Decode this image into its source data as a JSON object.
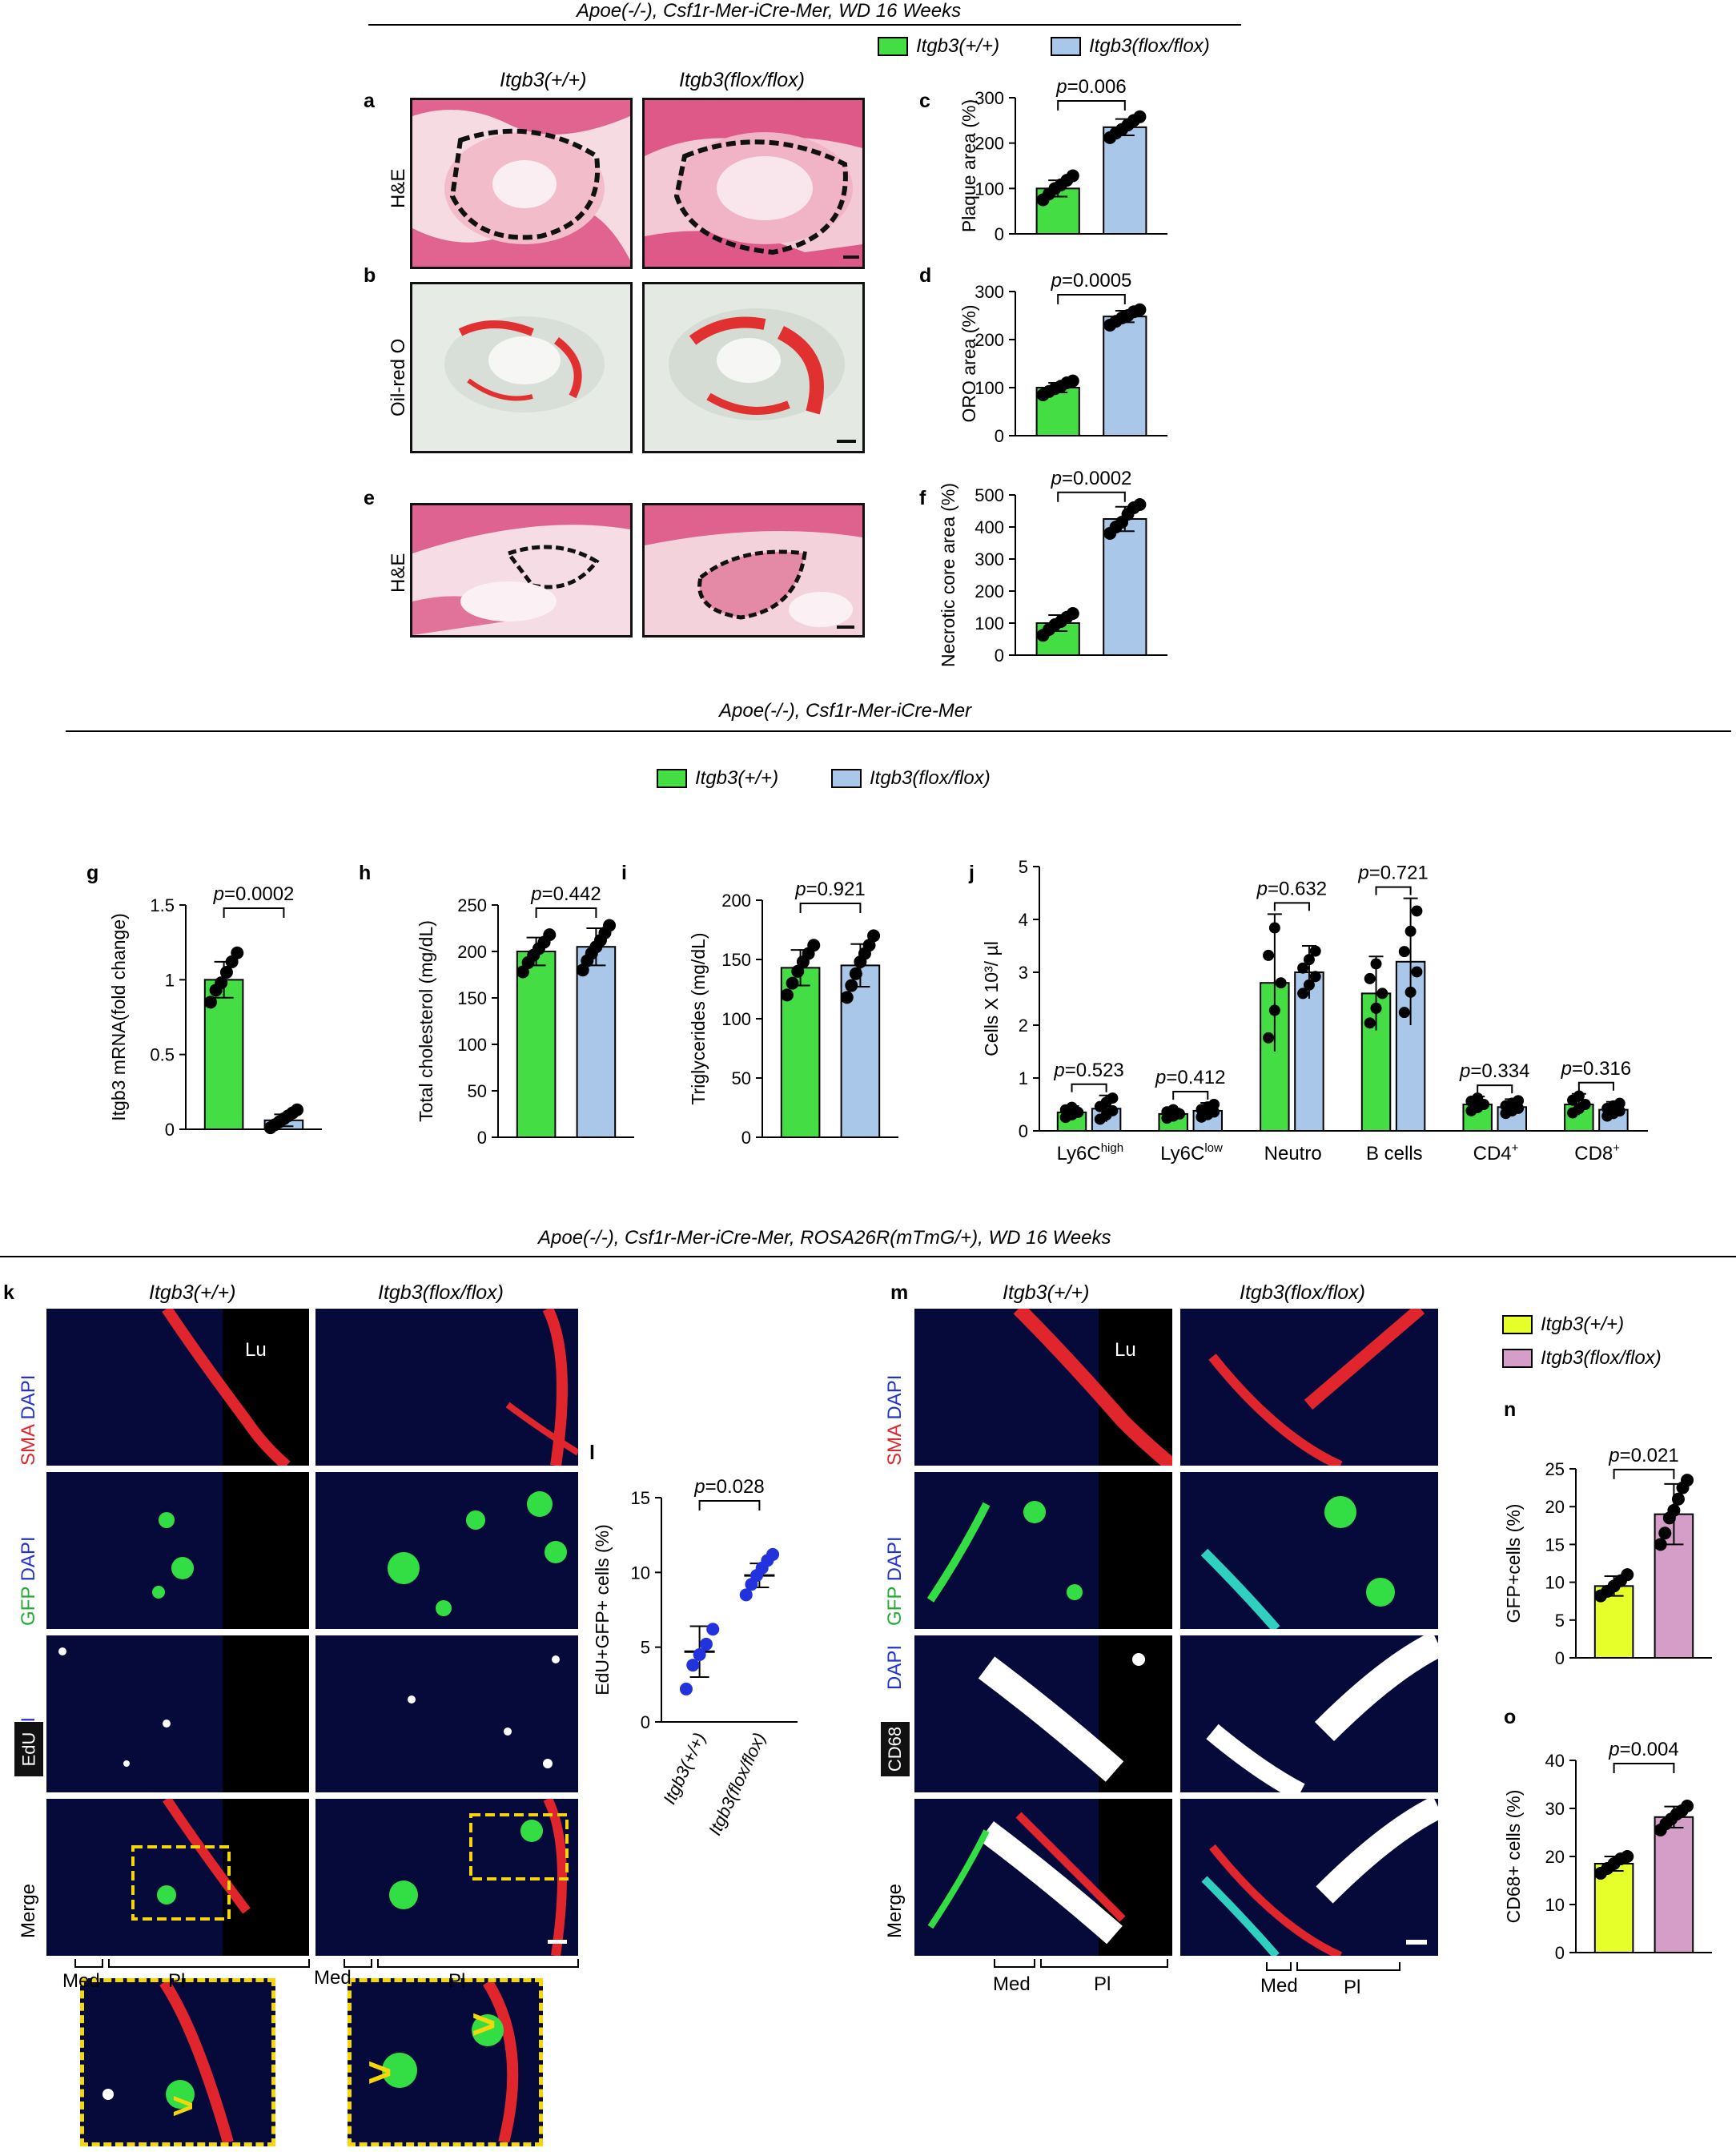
{
  "top_header": "Apoe(-/-), Csf1r-Mer-iCre-Mer, WD 16 Weeks",
  "mid_header": "Apoe(-/-), Csf1r-Mer-iCre-Mer",
  "bottom_header": "Apoe(-/-), Csf1r-Mer-iCre-Mer, ROSA26R(mTmG/+), WD 16 Weeks",
  "legend": {
    "wt": "Itgb3(+/+)",
    "ko": "Itgb3(flox/flox)"
  },
  "colors": {
    "green": "#44dd44",
    "blue": "#a9c7e8",
    "yellow": "#e6ff2a",
    "pink": "#d59ec9"
  },
  "panels": {
    "a": "a",
    "b": "b",
    "c": "c",
    "d": "d",
    "e": "e",
    "f": "f",
    "g": "g",
    "h": "h",
    "i": "i",
    "j": "j",
    "k": "k",
    "l": "l",
    "m": "m",
    "n": "n",
    "o": "o"
  },
  "stains": {
    "he": "H&E",
    "oro": "Oil-red O",
    "merge": "Merge",
    "dapi": "DAPI",
    "sma": "SMA",
    "gfp": "GFP",
    "edu": "EdU",
    "cd68": "CD68"
  },
  "annotations": {
    "lu": "Lu",
    "med": "Med",
    "pl": "Pl"
  },
  "chart_data": [
    {
      "id": "c",
      "type": "bar",
      "categories": [
        "Itgb3(+/+)",
        "Itgb3(flox/flox)"
      ],
      "values": [
        100,
        235
      ],
      "errors": [
        18,
        18
      ],
      "ylabel": "Plaque area (%)",
      "ylim": [
        0,
        300
      ],
      "yticks": [
        0,
        100,
        200,
        300
      ],
      "pvalue": "p=0.006",
      "points": [
        [
          75,
          88,
          100,
          108,
          118,
          128
        ],
        [
          212,
          222,
          230,
          240,
          250,
          258
        ]
      ]
    },
    {
      "id": "d",
      "type": "bar",
      "categories": [
        "Itgb3(+/+)",
        "Itgb3(flox/flox)"
      ],
      "values": [
        100,
        248
      ],
      "errors": [
        10,
        12
      ],
      "ylabel": "ORO area (%)",
      "ylim": [
        0,
        300
      ],
      "yticks": [
        0,
        100,
        200,
        300
      ],
      "pvalue": "p=0.0005",
      "points": [
        [
          85,
          92,
          98,
          103,
          110,
          114
        ],
        [
          230,
          238,
          245,
          250,
          258,
          262
        ]
      ]
    },
    {
      "id": "f",
      "type": "bar",
      "categories": [
        "Itgb3(+/+)",
        "Itgb3(flox/flox)"
      ],
      "values": [
        100,
        425
      ],
      "errors": [
        25,
        38
      ],
      "ylabel": "Necrotic core area (%)",
      "ylim": [
        0,
        500
      ],
      "yticks": [
        0,
        100,
        200,
        300,
        400,
        500
      ],
      "pvalue": "p=0.0002",
      "points": [
        [
          62,
          80,
          95,
          105,
          118,
          130
        ],
        [
          380,
          400,
          415,
          440,
          460,
          470
        ]
      ]
    },
    {
      "id": "g",
      "type": "bar",
      "categories": [
        "Itgb3(+/+)",
        "Itgb3(flox/flox)"
      ],
      "values": [
        1.0,
        0.06
      ],
      "errors": [
        0.12,
        0.04
      ],
      "ylabel": "Itgb3 mRNA(fold change)",
      "ylim": [
        0,
        1.5
      ],
      "yticks": [
        0,
        0.5,
        1.0,
        1.5
      ],
      "pvalue": "p=0.0002",
      "points": [
        [
          0.85,
          0.93,
          0.98,
          1.05,
          1.12,
          1.18
        ],
        [
          0.01,
          0.03,
          0.05,
          0.07,
          0.09,
          0.11,
          0.13
        ]
      ]
    },
    {
      "id": "h",
      "type": "bar",
      "categories": [
        "Itgb3(+/+)",
        "Itgb3(flox/flox)"
      ],
      "values": [
        200,
        205
      ],
      "errors": [
        15,
        20
      ],
      "ylabel": "Total cholesterol (mg/dL)",
      "ylim": [
        0,
        250
      ],
      "yticks": [
        0,
        50,
        100,
        150,
        200,
        250
      ],
      "pvalue": "p=0.442",
      "points": [
        [
          178,
          188,
          196,
          203,
          210,
          218
        ],
        [
          180,
          190,
          198,
          205,
          212,
          220,
          228
        ]
      ]
    },
    {
      "id": "i",
      "type": "bar",
      "categories": [
        "Itgb3(+/+)",
        "Itgb3(flox/flox)"
      ],
      "values": [
        143,
        145
      ],
      "errors": [
        15,
        18
      ],
      "ylabel": "Triglycerides (mg/dL)",
      "ylim": [
        0,
        200
      ],
      "yticks": [
        0,
        50,
        100,
        150,
        200
      ],
      "pvalue": "p=0.921",
      "points": [
        [
          120,
          130,
          140,
          148,
          155,
          162
        ],
        [
          118,
          128,
          138,
          148,
          155,
          162,
          170
        ]
      ]
    },
    {
      "id": "j",
      "type": "bar",
      "categories": [
        "Ly6Chigh",
        "Ly6Clow",
        "Neutro",
        "B cells",
        "CD4+",
        "CD8+"
      ],
      "series": [
        {
          "name": "Itgb3(+/+)",
          "values": [
            0.35,
            0.32,
            2.8,
            2.6,
            0.5,
            0.5
          ],
          "errors": [
            0.12,
            0.1,
            1.3,
            0.7,
            0.15,
            0.2
          ]
        },
        {
          "name": "Itgb3(flox/flox)",
          "values": [
            0.42,
            0.38,
            3.0,
            3.2,
            0.45,
            0.4
          ],
          "errors": [
            0.25,
            0.15,
            0.5,
            1.2,
            0.15,
            0.15
          ]
        }
      ],
      "ylabel": "Cells X 10³/ µl",
      "ylim": [
        0,
        5
      ],
      "yticks": [
        0,
        1,
        2,
        3,
        4,
        5
      ],
      "pvalues": [
        "p=0.523",
        "p=0.412",
        "p=0.632",
        "p=0.721",
        "p=0.334",
        "p=0.316"
      ]
    },
    {
      "id": "l",
      "type": "scatter",
      "categories": [
        "Itgb3(+/+)",
        "Itgb3(flox/flox)"
      ],
      "values": [
        4.7,
        9.8
      ],
      "errors": [
        1.7,
        0.8
      ],
      "ylabel": "EdU+GFP+ cells (%)",
      "ylim": [
        0,
        15
      ],
      "yticks": [
        0,
        5,
        10,
        15
      ],
      "pvalue": "p=0.028",
      "points": [
        [
          2.2,
          3.8,
          4.5,
          5.2,
          6.2
        ],
        [
          8.5,
          9.2,
          9.8,
          10.3,
          10.8,
          11.2
        ]
      ]
    },
    {
      "id": "n",
      "type": "bar",
      "categories": [
        "Itgb3(+/+)",
        "Itgb3(flox/flox)"
      ],
      "values": [
        9.5,
        19
      ],
      "errors": [
        1.3,
        4
      ],
      "ylabel": "GFP+cells (%)",
      "ylim": [
        0,
        25
      ],
      "yticks": [
        0,
        5,
        10,
        15,
        20,
        25
      ],
      "pvalue": "p=0.021",
      "points": [
        [
          8.2,
          8.8,
          9.5,
          10.2,
          11.0
        ],
        [
          15.0,
          16.5,
          18.5,
          19.5,
          21,
          22.5,
          23.5
        ]
      ]
    },
    {
      "id": "o",
      "type": "bar",
      "categories": [
        "Itgb3(+/+)",
        "Itgb3(flox/flox)"
      ],
      "values": [
        18.5,
        28.2
      ],
      "errors": [
        1.5,
        2.2
      ],
      "ylabel": "CD68+ cells (%)",
      "ylim": [
        0,
        40
      ],
      "yticks": [
        0,
        10,
        20,
        30,
        40
      ],
      "pvalue": "p=0.004",
      "points": [
        [
          16.5,
          17.5,
          18.5,
          19.5,
          20.0
        ],
        [
          25.5,
          26.8,
          27.8,
          28.8,
          29.5,
          30.5
        ]
      ]
    }
  ]
}
